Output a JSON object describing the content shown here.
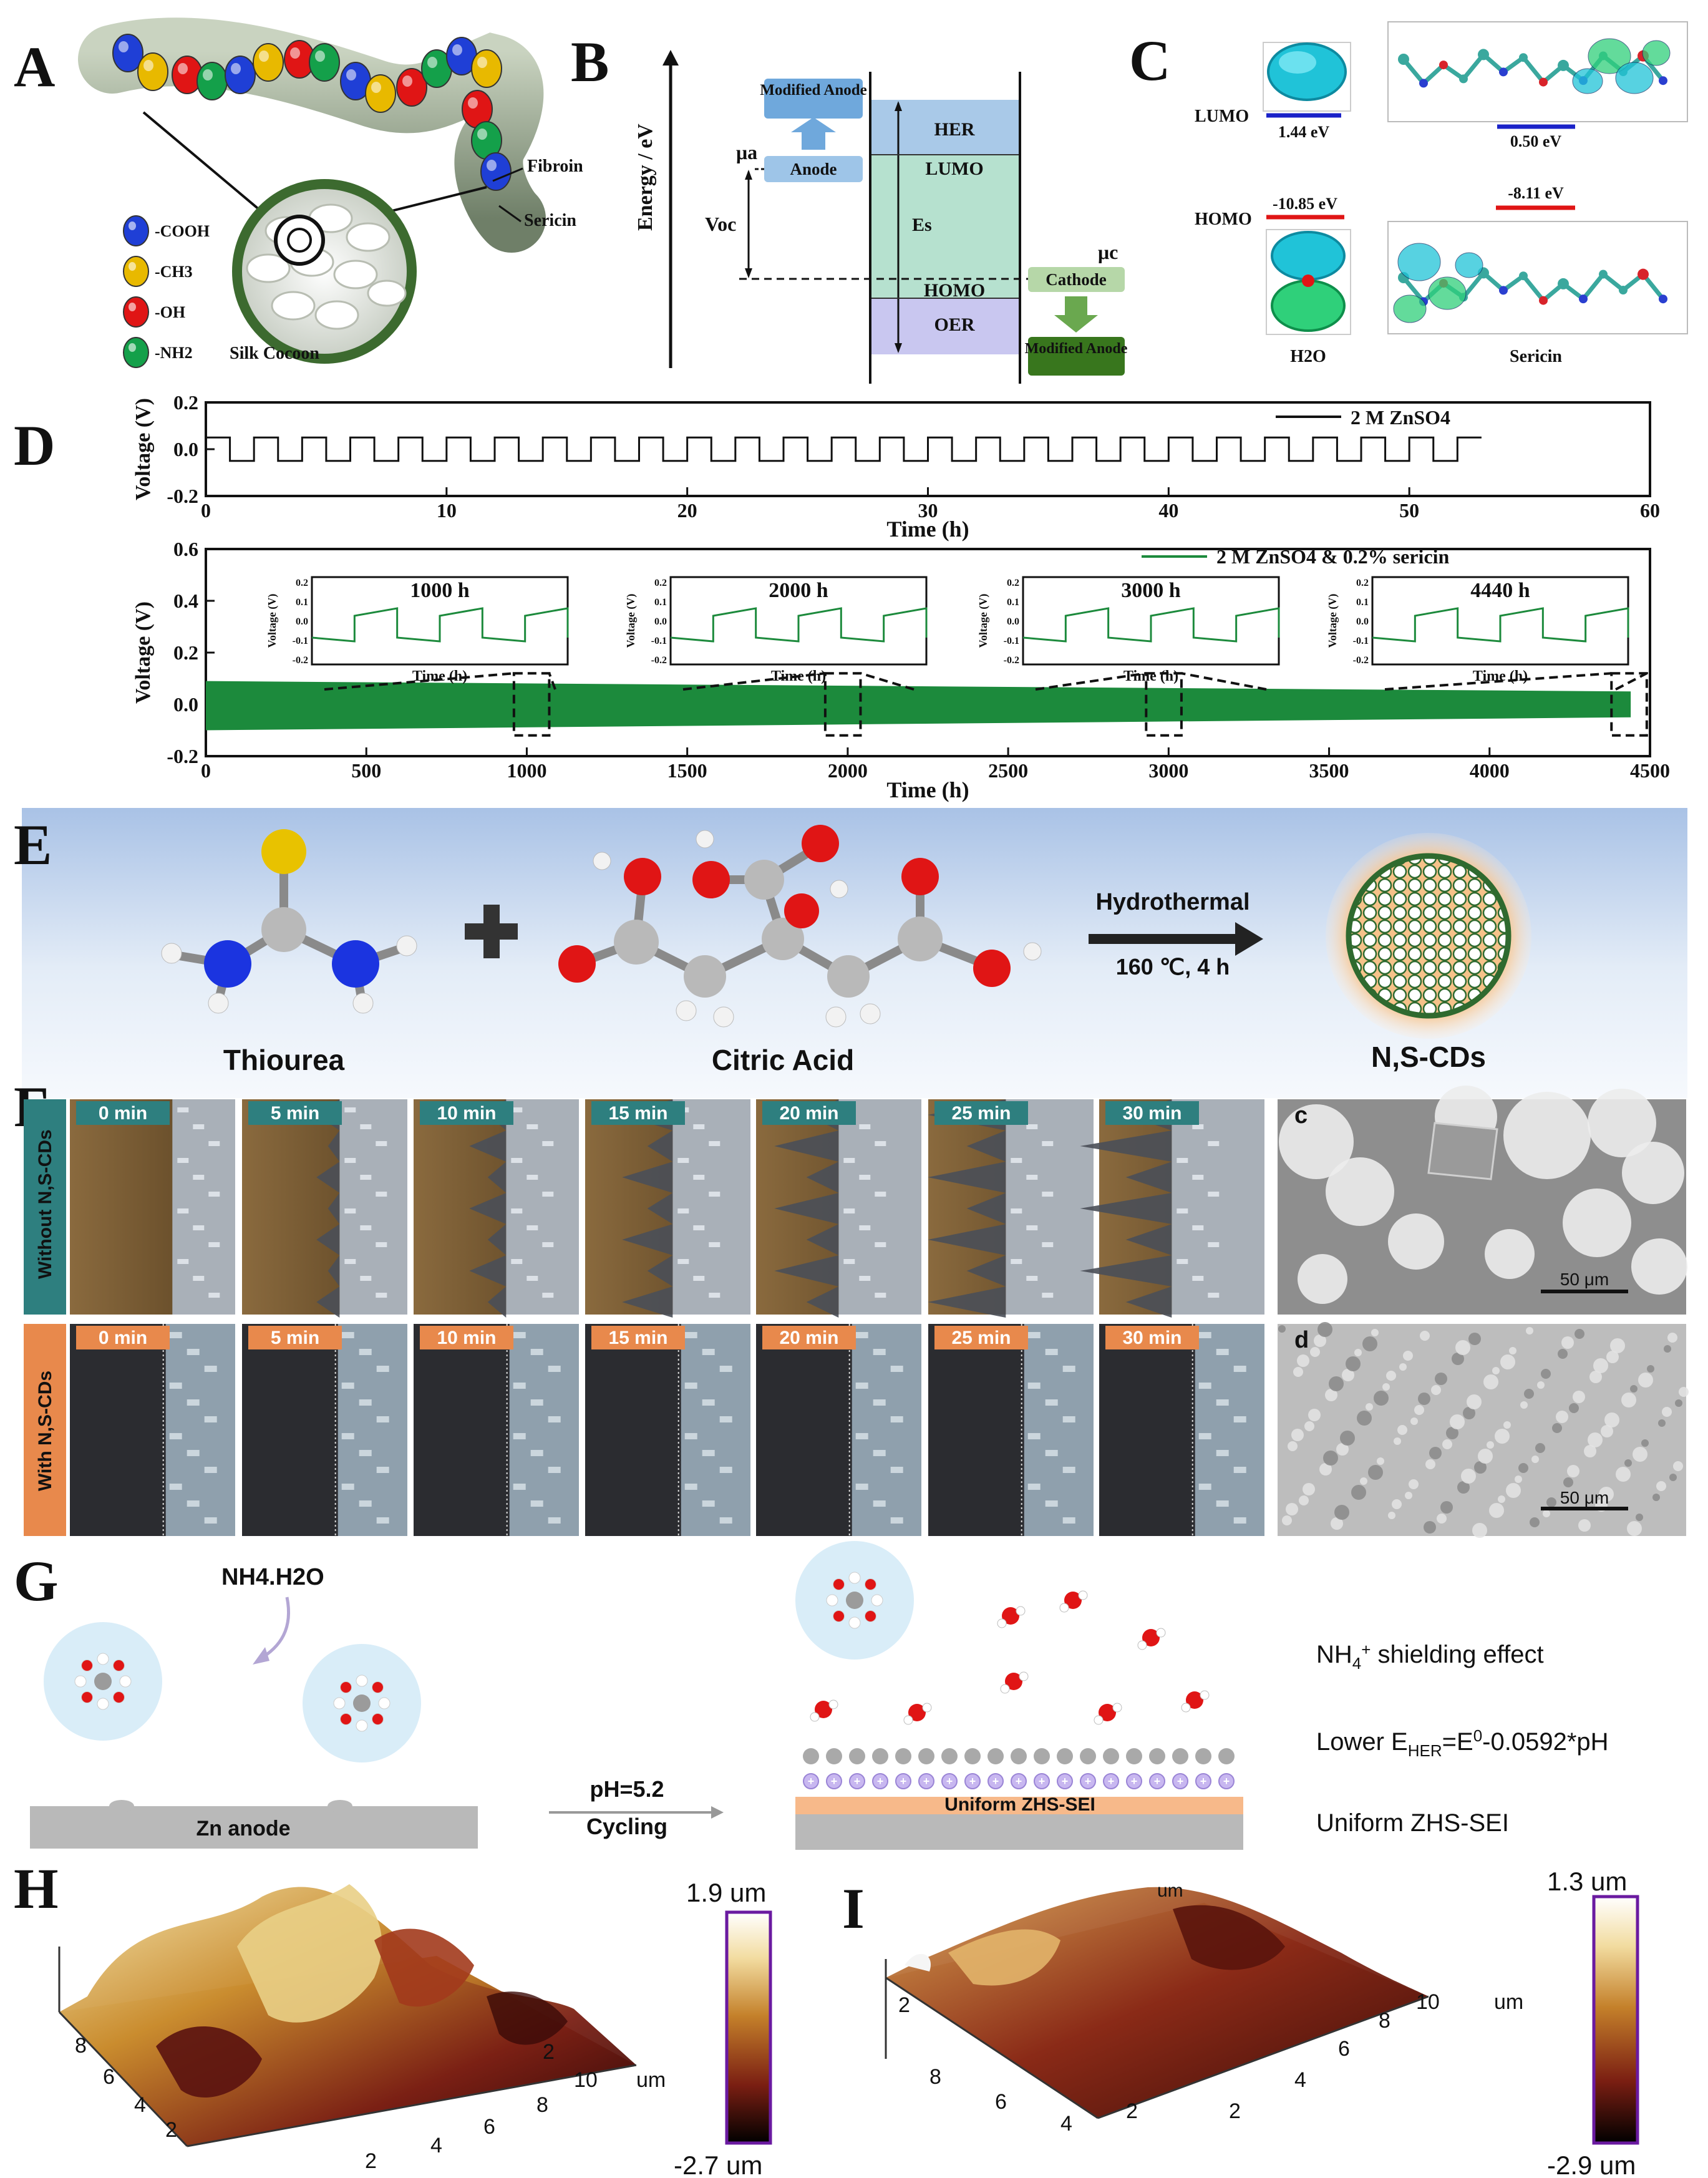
{
  "panels": {
    "A": "A",
    "B": "B",
    "C": "C",
    "D": "D",
    "E": "E",
    "F": "F",
    "G": "G",
    "H": "H",
    "I": "I"
  },
  "A": {
    "legend": [
      {
        "label": "-COOH",
        "color": "#1f3fd6"
      },
      {
        "label": "-CH3",
        "color": "#e8b900"
      },
      {
        "label": "-OH",
        "color": "#e01515"
      },
      {
        "label": "-NH2",
        "color": "#14a04a"
      }
    ],
    "fibroin": "Fibroin",
    "sericin": "Sericin",
    "cocoon": "Silk Cocoon"
  },
  "B": {
    "y_axis": "Energy / eV",
    "modified_anode_top": "Modified Anode",
    "anode": "Anode",
    "mu_a": "μa",
    "voc": "Voc",
    "her": "HER",
    "lumo": "LUMO",
    "es": "Es",
    "homo": "HOMO",
    "oer": "OER",
    "mu_c": "μc",
    "cathode": "Cathode",
    "modified_anode_bottom": "Modified Anode"
  },
  "C": {
    "lumo": "LUMO",
    "homo": "HOMO",
    "h2o_lumo": "1.44 eV",
    "h2o_homo": "-10.85 eV",
    "ser_lumo": "0.50 eV",
    "ser_homo": "-8.11 eV",
    "h2o": "H2O",
    "sericin": "Sericin"
  },
  "chart_data": [
    {
      "type": "line",
      "ylabel": "Voltage (V)",
      "xlabel": "Time (h)",
      "xlim": [
        0,
        60
      ],
      "ylim": [
        -0.2,
        0.2
      ],
      "xticks": [
        "0",
        "10",
        "20",
        "30",
        "40",
        "50",
        "60"
      ],
      "yticks": [
        "0.2",
        "0.0",
        "-0.2"
      ],
      "series": [
        {
          "name": "2 M ZnSO4",
          "color": "#111111",
          "x_range": [
            0,
            53
          ],
          "period_h": 2,
          "high": 0.05,
          "low": -0.05
        }
      ]
    },
    {
      "type": "area",
      "ylabel": "Voltage (V)",
      "xlabel": "Time (h)",
      "xlim": [
        0,
        4500
      ],
      "ylim": [
        -0.2,
        0.6
      ],
      "xticks": [
        "0",
        "500",
        "1000",
        "1500",
        "2000",
        "2500",
        "3000",
        "3500",
        "4000",
        "4500"
      ],
      "yticks": [
        "0.6",
        "0.4",
        "0.2",
        "0.0",
        "-0.2"
      ],
      "series": [
        {
          "name": "2 M ZnSO4 & 0.2% sericin",
          "color": "#1c8a3c",
          "x_range": [
            0,
            4440
          ],
          "upper_start": 0.09,
          "upper_end": 0.05,
          "lower_start": -0.1,
          "lower_end": -0.05
        }
      ],
      "insets": [
        {
          "label": "1000 h",
          "xlabel": "Time (h)",
          "ylabel": "Voltage (V)",
          "yticks": [
            "0.2",
            "0.1",
            "0.0",
            "-0.1",
            "-0.2"
          ],
          "range": [
            960,
            1070
          ]
        },
        {
          "label": "2000 h",
          "xlabel": "Time (h)",
          "ylabel": "Voltage (V)",
          "yticks": [
            "0.2",
            "0.1",
            "0.0",
            "-0.1",
            "-0.2"
          ],
          "range": [
            1930,
            2040
          ]
        },
        {
          "label": "3000 h",
          "xlabel": "Time (h)",
          "ylabel": "Voltage (V)",
          "yticks": [
            "0.2",
            "0.1",
            "0.0",
            "-0.1",
            "-0.2"
          ],
          "range": [
            2930,
            3040
          ]
        },
        {
          "label": "4440 h",
          "xlabel": "Time (h)",
          "ylabel": "Voltage (V)",
          "yticks": [
            "0.2",
            "0.1",
            "0.0",
            "-0.1",
            "-0.2"
          ],
          "range": [
            4380,
            4490
          ]
        }
      ]
    }
  ],
  "E": {
    "thiourea": "Thiourea",
    "citric": "Citric Acid",
    "arrow_top": "Hydrothermal",
    "arrow_bottom": "160 ℃, 4 h",
    "product": "N,S-CDs"
  },
  "F": {
    "row1": "Without N,S-CDs",
    "row2": "With N,S-CDs",
    "times": [
      "0 min",
      "5 min",
      "10 min",
      "15 min",
      "20 min",
      "25 min",
      "30 min"
    ],
    "sem_c": "c",
    "sem_d": "d",
    "scale": "50 μm"
  },
  "G": {
    "nh4": "NH4.H2O",
    "zn": "Zn anode",
    "ph": "pH=5.2",
    "cycling": "Cycling",
    "sei": "Uniform ZHS-SEI",
    "text1": "NH4+ shielding effect",
    "text2": "Lower EHER=E0-0.0592*pH",
    "text3": "Uniform ZHS-SEI"
  },
  "H": {
    "max": "1.9 um",
    "min": "-2.7 um",
    "unit": "um",
    "axis_xy": [
      "2",
      "4",
      "6",
      "8",
      "10"
    ],
    "axis_y": [
      "2",
      "4",
      "6",
      "8"
    ]
  },
  "I": {
    "max": "1.3 um",
    "min": "-2.9 um",
    "unit": "um",
    "axis_xy": [
      "2",
      "4",
      "6",
      "8",
      "10"
    ],
    "axis_y": [
      "2",
      "4",
      "6",
      "8"
    ],
    "top_label": "um"
  }
}
